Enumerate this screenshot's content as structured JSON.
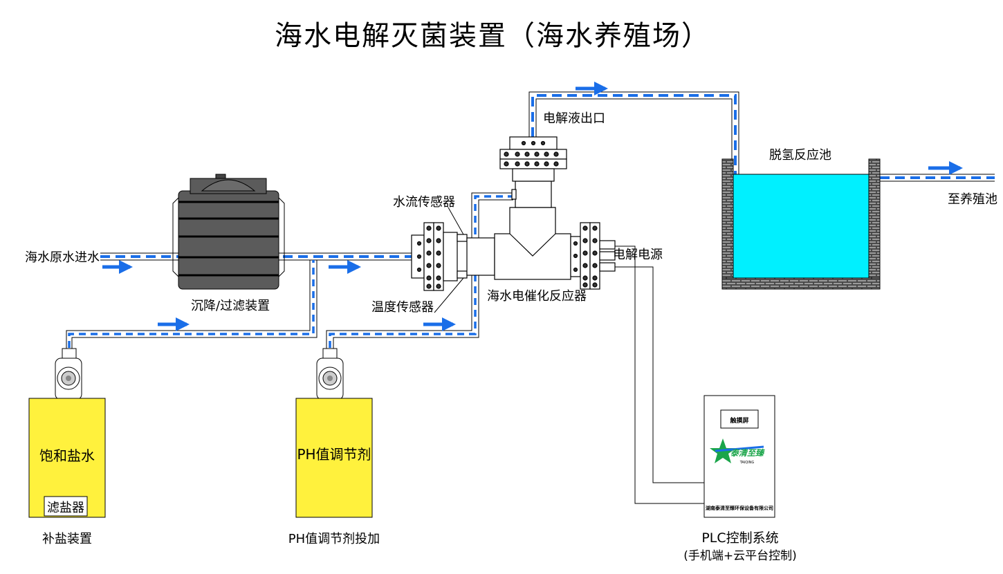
{
  "title": "海水电解灭菌装置（海水养殖场）",
  "labels": {
    "raw_water_inlet": "海水原水进水",
    "settling_filter": "沉降/过滤装置",
    "flow_sensor": "水流传感器",
    "temperature_sensor": "温度传感器",
    "electrolyte_outlet": "电解液出口",
    "reactor": "海水电催化反应器",
    "power_supply": "电解电源",
    "dehydrogenation_tank": "脱氢反应池",
    "to_farm_pond": "至养殖池",
    "saturated_brine": "饱和盐水",
    "salt_filter": "滤盐器",
    "salt_supply_device": "补盐装置",
    "ph_regulator": "PH值调节剂",
    "ph_dosing": "PH值调节剂投加",
    "plc_system": "PLC控制系统",
    "plc_note": "(手机端+云平台控制)",
    "touch_screen": "触摸屏",
    "brand_logo": "泰清至臻",
    "brand_logo_sub": "TAIQING",
    "company_name": "湖南泰清至臻环保设备有限公司"
  },
  "colors": {
    "pipe_blue": "#1a6ee8",
    "pipe_fill": "#ffffff",
    "tank_water": "#00f0ff",
    "brine_box": "#fff13d",
    "filter_tank": "#5b5b5b",
    "brick": "#6b6b6b",
    "pump_red": "#e02020",
    "logo_green": "#1aa54a",
    "logo_blue": "#1a6ee8"
  }
}
